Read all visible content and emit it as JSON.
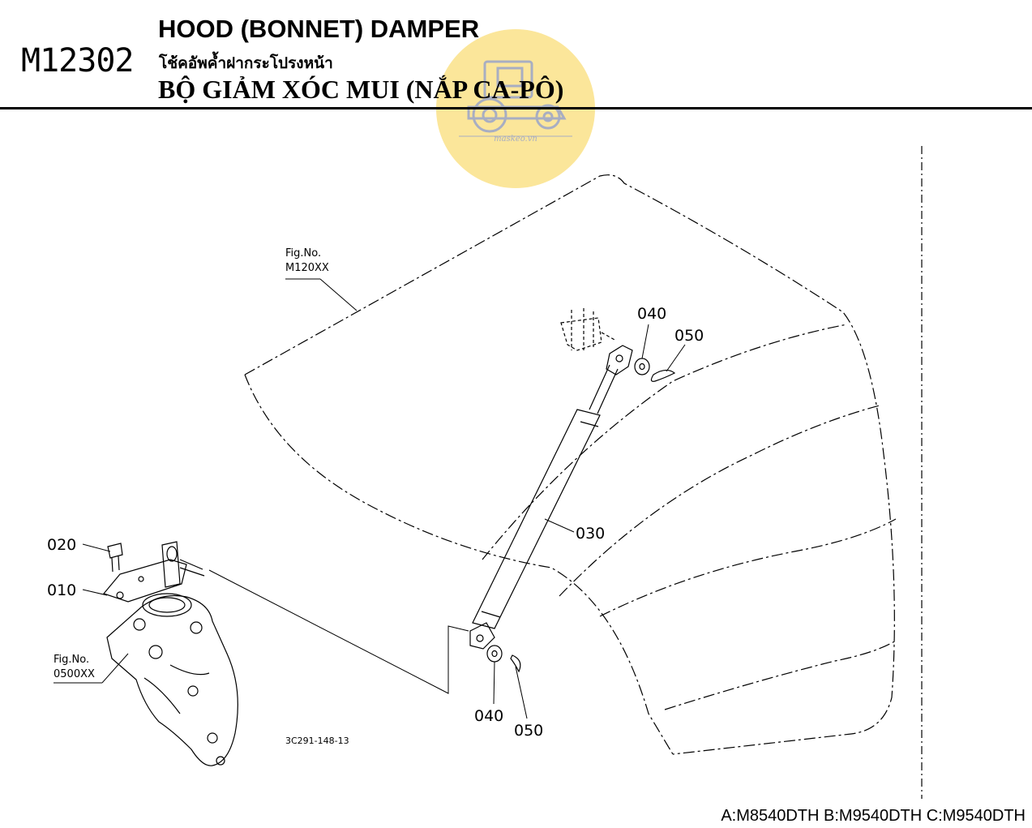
{
  "header": {
    "fig_code": "M12302",
    "title_en": "HOOD (BONNET) DAMPER",
    "title_th": "โช้คอัพค้ำฝากระโปรงหน้า",
    "title_vi": "BỘ GIẢM XÓC MUI (NẮP CA-PÔ)"
  },
  "watermark": {
    "text": "maskeo.vn",
    "color": "#fbe289"
  },
  "callouts": {
    "fig_ref_hood_1": "Fig.No.",
    "fig_ref_hood_2": "M120XX",
    "fig_ref_bracket_1": "Fig.No.",
    "fig_ref_bracket_2": "0500XX",
    "part_010": "010",
    "part_020": "020",
    "part_030": "030",
    "part_040_top": "040",
    "part_050_top": "050",
    "part_040_bottom": "040",
    "part_050_bottom": "050"
  },
  "drawing_code": "3C291-148-13",
  "footer": {
    "models": "A:M8540DTH B:M9540DTH C:M9540DTH"
  }
}
